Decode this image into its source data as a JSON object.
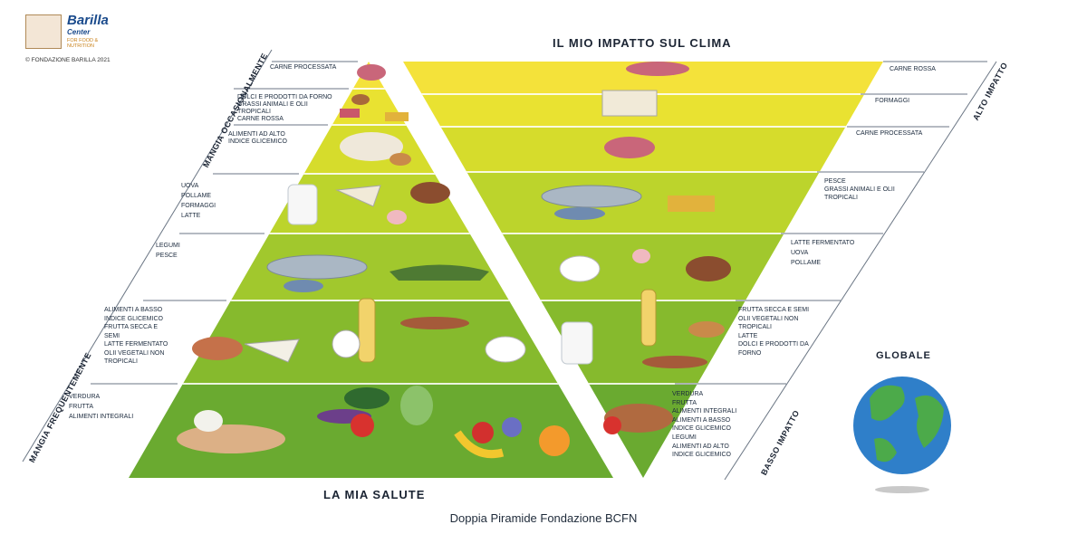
{
  "brand": {
    "name": "Barilla",
    "sub": "Center",
    "tagline": "FOR FOOD & NUTRITION",
    "copyright": "© FONDAZIONE BARILLA 2021"
  },
  "headers": {
    "climate_title": "IL MIO IMPATTO SUL CLIMA",
    "health_title": "LA MIA SALUTE",
    "globe_title": "GLOBALE"
  },
  "axes": {
    "left_top": "MANGIA OCCASIONALMENTE",
    "left_bottom": "MANGIA FREQUENTEMENTE",
    "right_top": "ALTO IMPATTO",
    "right_bottom": "BASSO IMPATTO"
  },
  "health_levels": [
    "CARNE PROCESSATA",
    "DOLCI E PRODOTTI DA FORNO\nGRASSI ANIMALI E OLII\nTROPICALI\nCARNE ROSSA",
    "ALIMENTI AD ALTO\nINDICE GLICEMICO",
    "UOVA\nPOLLAME\nFORMAGGI\nLATTE",
    "LEGUMI\nPESCE",
    "ALIMENTI A BASSO\nINDICE GLICEMICO\nFRUTTA SECCA E\nSEMI\nLATTE FERMENTATO\nOLII VEGETALI NON\nTROPICALI",
    "VERDURA\nFRUTTA\nALIMENTI INTEGRALI"
  ],
  "climate_levels": [
    "CARNE ROSSA",
    "FORMAGGI",
    "CARNE PROCESSATA",
    "PESCE\nGRASSI ANIMALI E OLII\nTROPICALI",
    "LATTE FERMENTATO\nUOVA\nPOLLAME",
    "FRUTTA SECCA E SEMI\nOLII VEGETALI NON\nTROPICALI\nLATTE\nDOLCI E PRODOTTI DA\nFORNO",
    "VERDURA\nFRUTTA\nALIMENTI INTEGRALI\nALIMENTI A BASSO\nINDICE GLICEMICO\nLEGUMI\nALIMENTI AD ALTO\nINDICE GLICEMICO"
  ],
  "colors": {
    "tier1": "#f4e23a",
    "tier2": "#e6e12f",
    "tier3": "#cfdb2b",
    "tier4": "#b3d12d",
    "tier5": "#98c42d",
    "tier6": "#7fb72d",
    "tier7": "#68aa30",
    "ocean": "#2f7fc9",
    "land": "#4caa4a"
  },
  "caption": "Doppia Piramide Fondazione BCFN"
}
